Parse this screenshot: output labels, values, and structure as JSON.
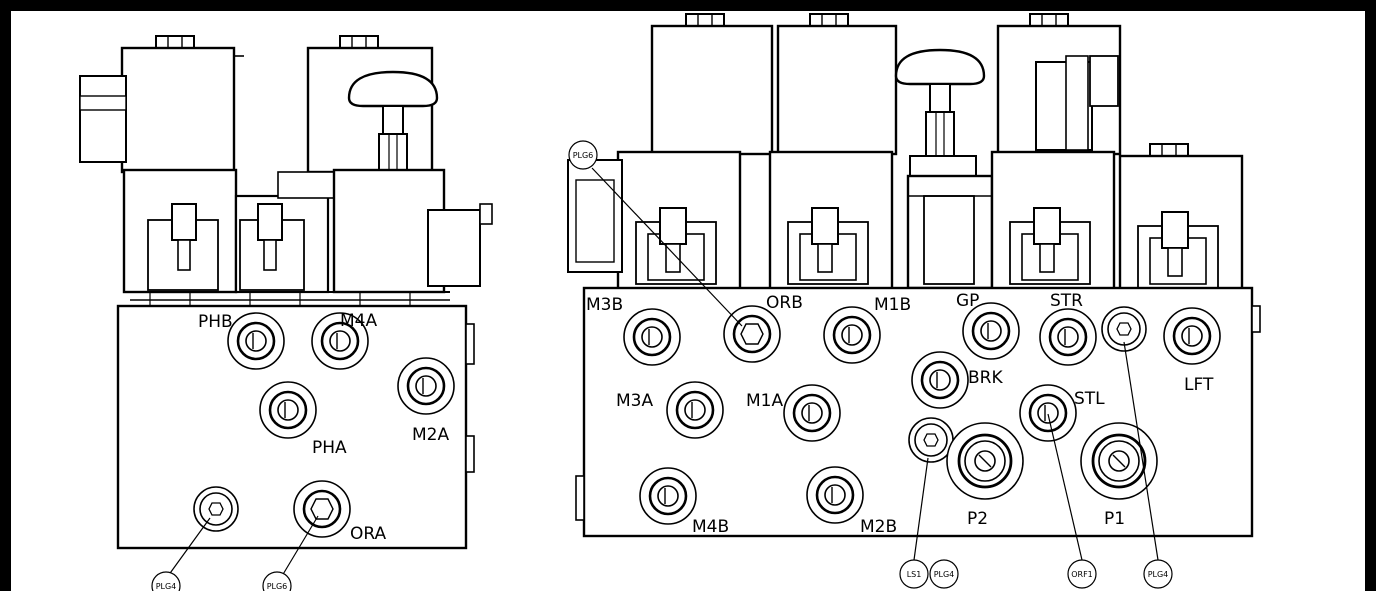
{
  "colors": {
    "ink": "#000000",
    "paper": "#ffffff"
  },
  "left_block": {
    "ports": [
      "PHB",
      "M4A",
      "PHA",
      "M2A",
      "ORA"
    ],
    "callouts": [
      "PLG4",
      "PLG6"
    ]
  },
  "right_block": {
    "ports": [
      "M3B",
      "ORB",
      "M1B",
      "GP",
      "STR",
      "LFT",
      "BRK",
      "M3A",
      "M1A",
      "STL",
      "M4B",
      "M2B",
      "P2",
      "P1"
    ],
    "callouts": [
      "PLG6",
      "LS1",
      "PLG4",
      "ORF1",
      "PLG4"
    ]
  }
}
